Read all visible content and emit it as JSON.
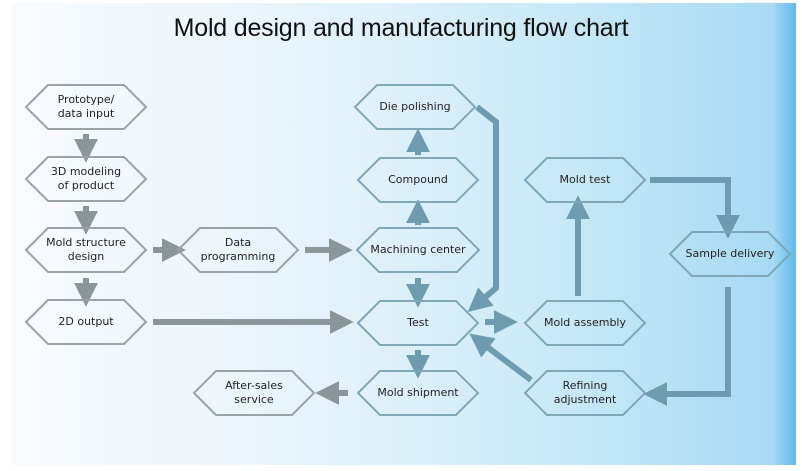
{
  "title": "Mold design and manufacturing flow chart",
  "colors": {
    "arrow_gray": "#8a9699",
    "arrow_teal": "#6d9cb0",
    "hex_stroke_gray": "#9aa3a6",
    "hex_stroke_teal": "#7fa7b8",
    "panel_edge_blue": "#5fbaea"
  },
  "nodes": [
    {
      "id": "prototype",
      "label": "Prototype/\ndata input"
    },
    {
      "id": "modeling",
      "label": "3D modeling\nof product"
    },
    {
      "id": "structure",
      "label": "Mold structure\ndesign"
    },
    {
      "id": "output2d",
      "label": "2D output"
    },
    {
      "id": "programming",
      "label": "Data\nprogramming"
    },
    {
      "id": "polishing",
      "label": "Die polishing"
    },
    {
      "id": "compound",
      "label": "Compound"
    },
    {
      "id": "machining",
      "label": "Machining center"
    },
    {
      "id": "test",
      "label": "Test"
    },
    {
      "id": "shipment",
      "label": "Mold shipment"
    },
    {
      "id": "aftersales",
      "label": "After-sales service"
    },
    {
      "id": "moldtest",
      "label": "Mold test"
    },
    {
      "id": "assembly",
      "label": "Mold assembly"
    },
    {
      "id": "refining",
      "label": "Refining\nadjustment"
    },
    {
      "id": "sample",
      "label": "Sample delivery"
    }
  ],
  "edges": [
    {
      "from": "prototype",
      "to": "modeling"
    },
    {
      "from": "modeling",
      "to": "structure"
    },
    {
      "from": "structure",
      "to": "output2d"
    },
    {
      "from": "structure",
      "to": "programming"
    },
    {
      "from": "programming",
      "to": "machining"
    },
    {
      "from": "output2d",
      "to": "test"
    },
    {
      "from": "machining",
      "to": "compound"
    },
    {
      "from": "compound",
      "to": "polishing"
    },
    {
      "from": "polishing",
      "to": "test"
    },
    {
      "from": "machining",
      "to": "test"
    },
    {
      "from": "test",
      "to": "assembly"
    },
    {
      "from": "test",
      "to": "shipment"
    },
    {
      "from": "shipment",
      "to": "aftersales"
    },
    {
      "from": "assembly",
      "to": "moldtest"
    },
    {
      "from": "moldtest",
      "to": "sample"
    },
    {
      "from": "sample",
      "to": "refining"
    },
    {
      "from": "refining",
      "to": "test"
    }
  ]
}
